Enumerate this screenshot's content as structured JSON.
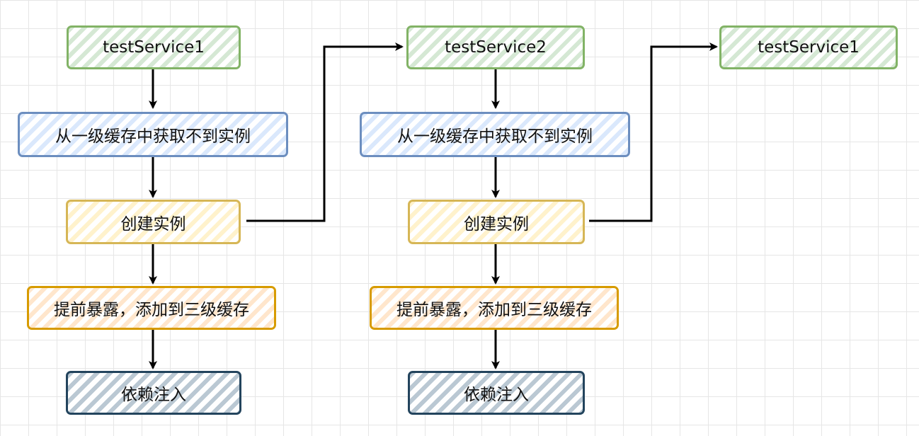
{
  "diagram": {
    "column1": {
      "service": "testService1",
      "lookup": "从一级缓存中获取不到实例",
      "create": "创建实例",
      "expose": "提前暴露，添加到三级缓存",
      "inject": "依赖注入"
    },
    "column2": {
      "service": "testService2",
      "lookup": "从一级缓存中获取不到实例",
      "create": "创建实例",
      "expose": "提前暴露，添加到三级缓存",
      "inject": "依赖注入"
    },
    "column3": {
      "service": "testService1"
    }
  },
  "colors": {
    "green_border": "#82b366",
    "blue_border": "#6c8ebf",
    "yellow_border": "#d6b656",
    "orange_border": "#d79b00",
    "dark_border": "#23445d",
    "arrow": "#000000"
  }
}
